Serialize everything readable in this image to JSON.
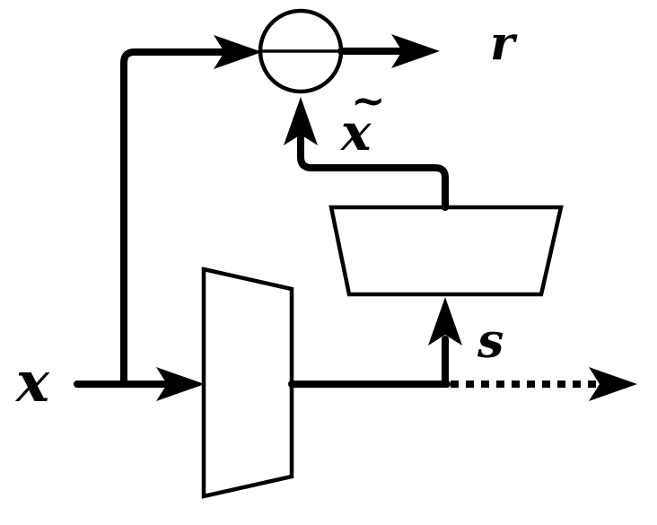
{
  "labels": {
    "input": "x",
    "residual": "r",
    "reconstruction": "x",
    "reconstruction_accent": "~",
    "code": "s"
  },
  "colors": {
    "stroke": "#000000",
    "background": "#ffffff"
  },
  "blocks": [
    {
      "name": "encoder",
      "shape": "trapezoid"
    },
    {
      "name": "decoder",
      "shape": "trapezoid"
    },
    {
      "name": "subtractor",
      "shape": "circle-minus"
    }
  ]
}
